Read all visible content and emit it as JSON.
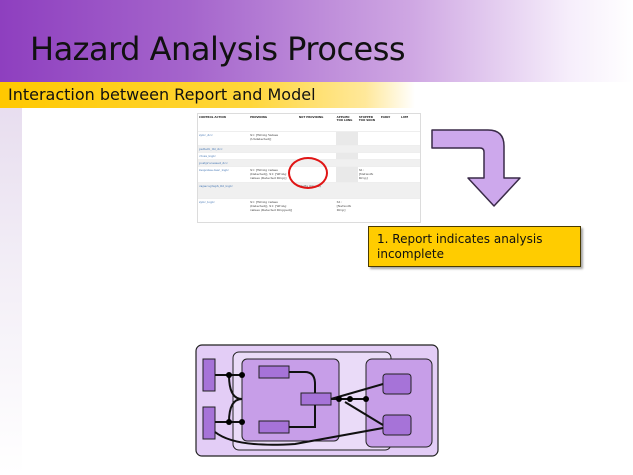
{
  "slide": {
    "title": "Hazard Analysis Process",
    "subtitle": "Interaction between Report and Model"
  },
  "report_table": {
    "headers": [
      "CONTROL ACTION",
      "PROVIDING",
      "NOT PROVIDING",
      "APPLIED TOO LONG",
      "STOPPED TOO SOON",
      "EARLY",
      "LATE"
    ],
    "rows": [
      [
        "sync_dcc",
        "S1: [Wrong Values (Undetected)]",
        "",
        "",
        "",
        "",
        ""
      ],
      [
        "pattern_lbl_dcc",
        "",
        "",
        "",
        "",
        "",
        ""
      ],
      [
        "cross_logic",
        "",
        "",
        "",
        "",
        "",
        ""
      ],
      [
        "postprocessed_dcc",
        "",
        "",
        "",
        "",
        "",
        ""
      ],
      [
        "response-resc_logic",
        "S1: [Wrong values (Detected)], S1: [Wrong values (Detected Drop)]",
        "",
        "",
        "S1: [Network Drop]",
        "",
        ""
      ],
      [
        "capacograph_lbl_logic",
        "",
        "Alerts (Guard)",
        "",
        "",
        "",
        ""
      ],
      [
        "sync_logic",
        "S1: [Wrong values (Detected)], S1: [Wrong values (Detected Dropped)]",
        "",
        "S1: [Network Drop]",
        "",
        "",
        ""
      ]
    ]
  },
  "callout": {
    "text": "1. Report indicates analysis incomplete"
  },
  "icons": {
    "arrow": "curved-turn-down-arrow-icon",
    "highlight": "red-circle-highlight"
  },
  "colors": {
    "title_band": "#8e3fbf",
    "subtitle_band": "#ffc800",
    "callout": "#ffcc00",
    "arrow_fill": "#cda8ec",
    "model_outer": "#e3cdf6",
    "model_block": "#c79ee8",
    "model_dark": "#a673d8",
    "highlight": "#e01515"
  }
}
